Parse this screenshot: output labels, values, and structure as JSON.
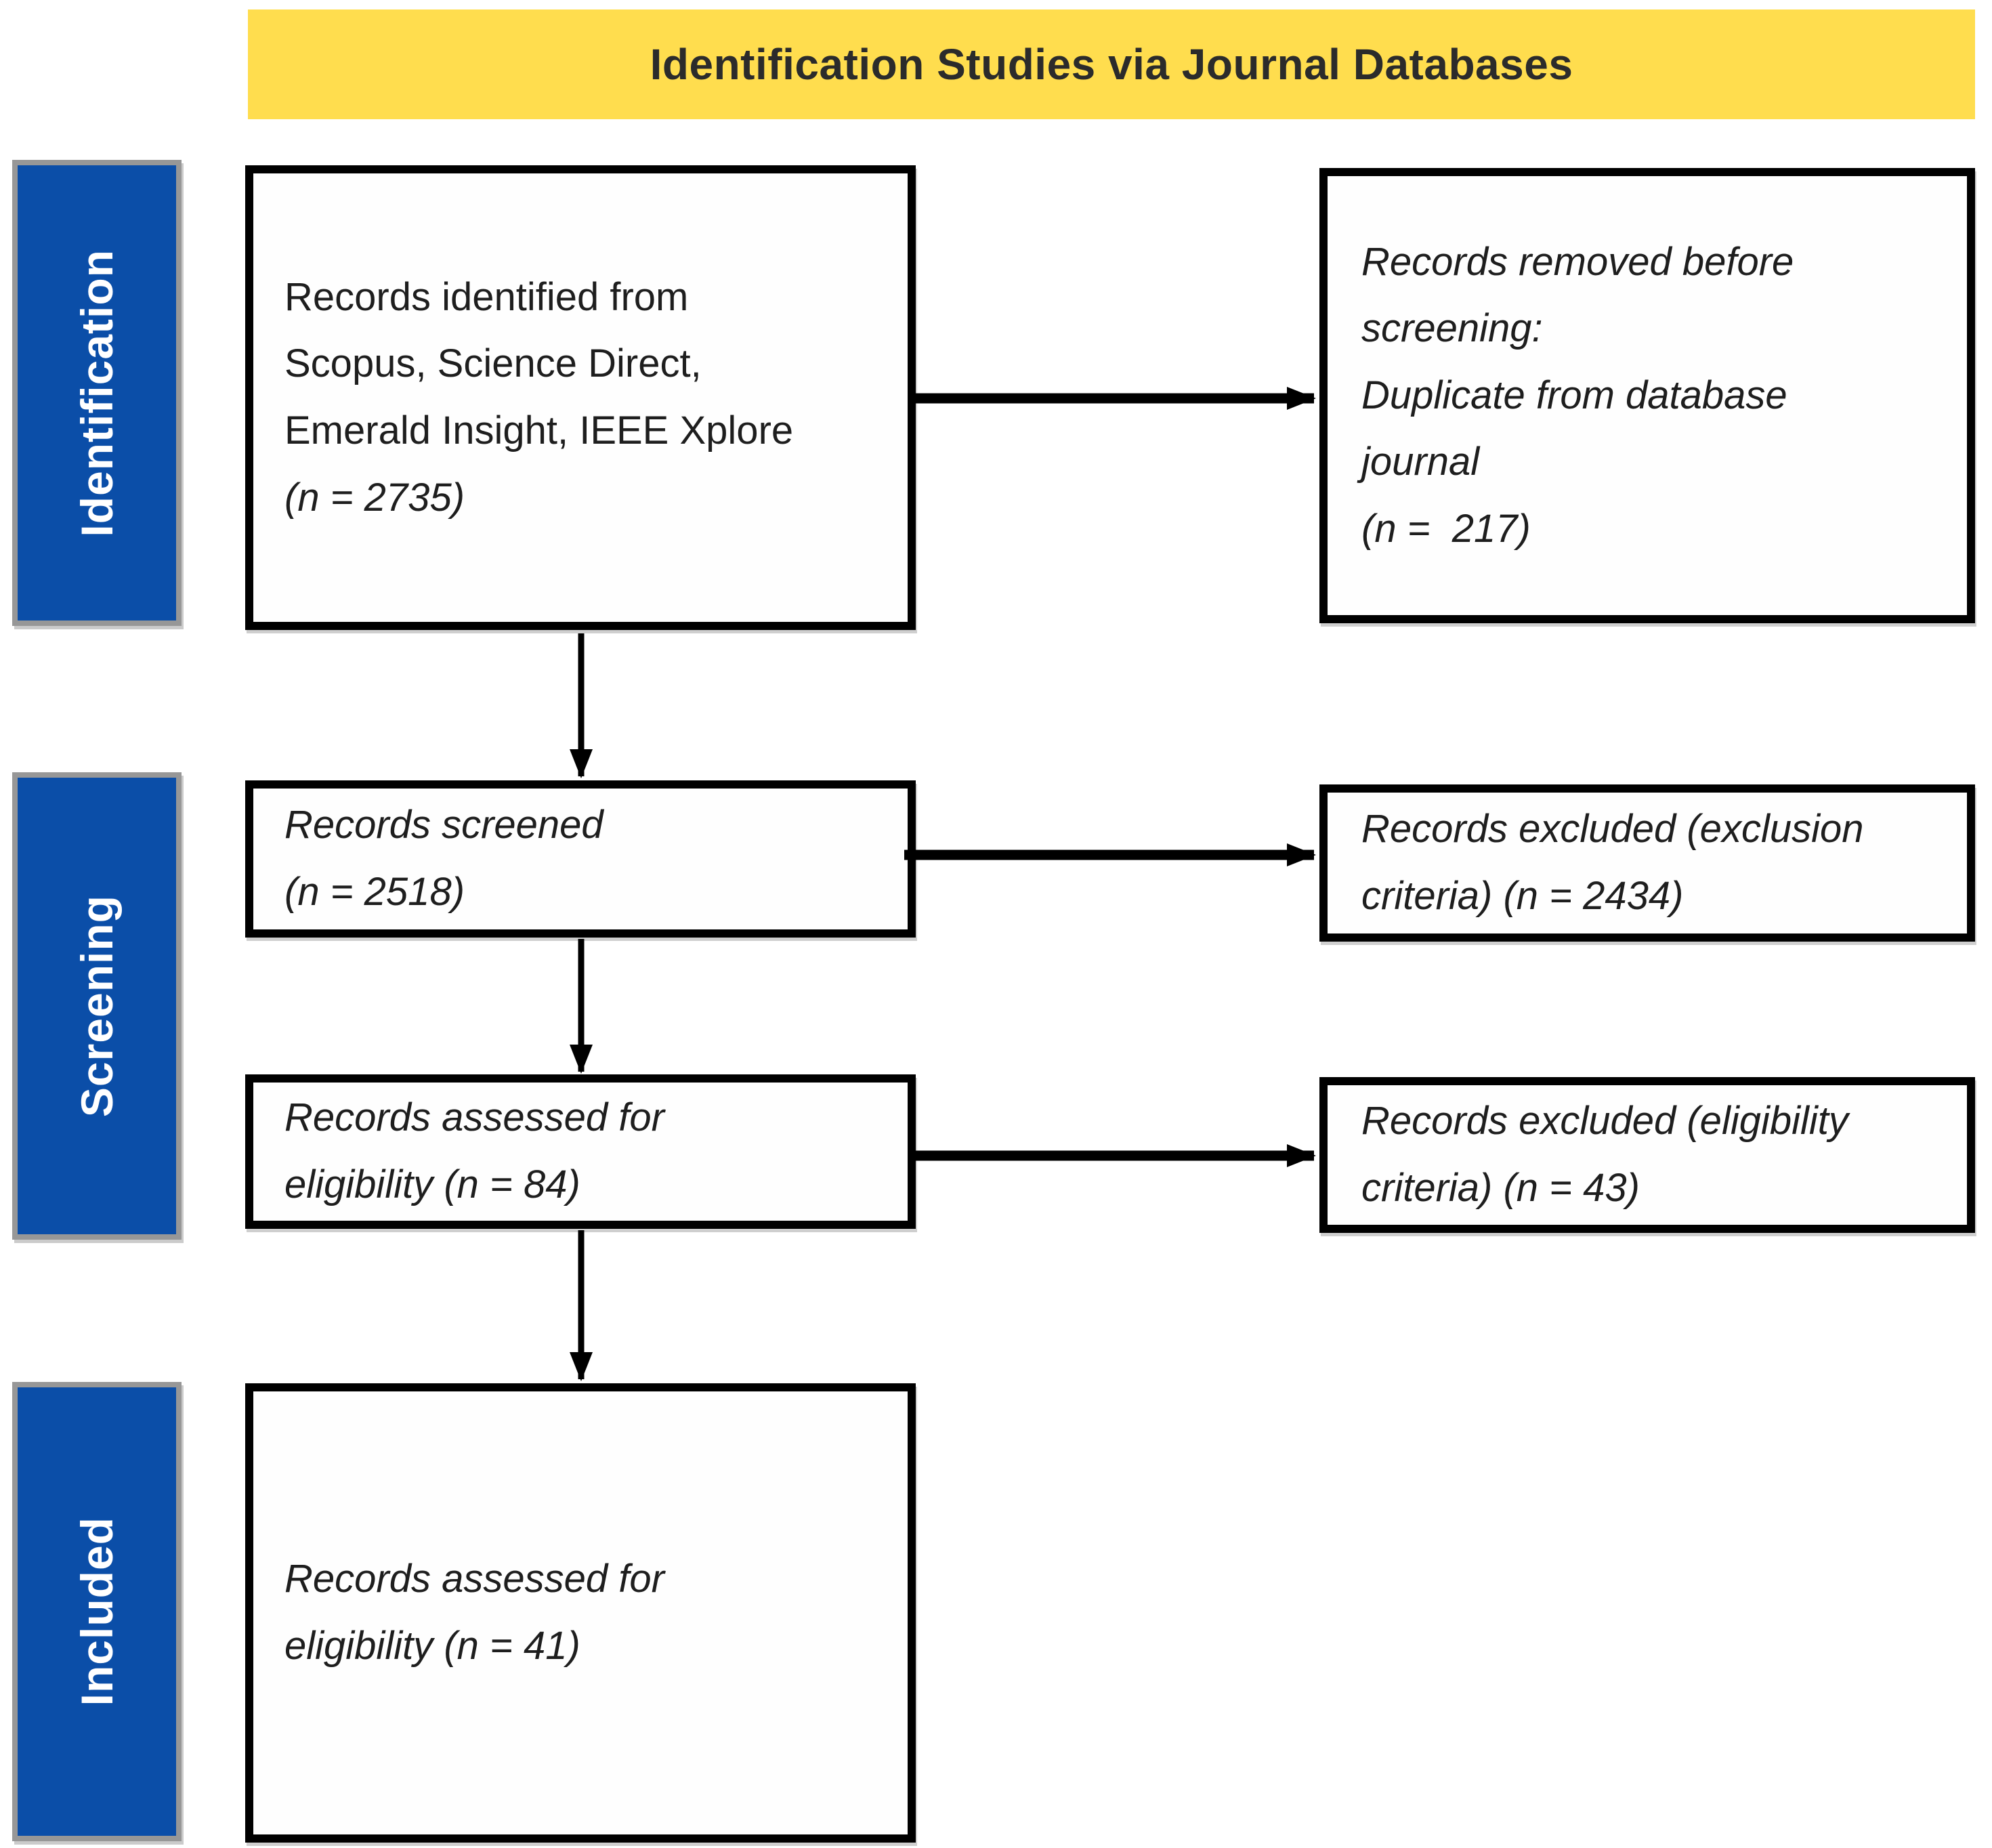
{
  "header": {
    "title": "Identification Studies via Journal Databases",
    "bg_color": "#FFDD4E"
  },
  "stages": [
    {
      "label": "Identification"
    },
    {
      "label": "Screening"
    },
    {
      "label": "Included"
    }
  ],
  "colors": {
    "stage_bg": "#0B4EA8",
    "stage_border": "#979797",
    "box_border": "#000000",
    "arrow": "#000000",
    "text": "#1E1E1E"
  },
  "boxes": {
    "identified": {
      "lines": [
        "Records identified from",
        "Scopus, Science Direct,",
        "Emerald Insight, IEEE Xplore"
      ],
      "count_line": "(n = 2735)"
    },
    "removed": {
      "lines": [
        "Records removed before",
        "screening:",
        "Duplicate from database",
        "journal",
        "(n =  217)"
      ]
    },
    "screened": {
      "lines": [
        "Records screened",
        "(n = 2518)"
      ]
    },
    "excluded_exclusion": {
      "lines": [
        "Records excluded (exclusion",
        "criteria) (n = 2434)"
      ]
    },
    "assessed": {
      "lines": [
        "Records assessed for",
        "eligibility (n = 84)"
      ]
    },
    "excluded_eligibility": {
      "lines": [
        "Records excluded (eligibility",
        "criteria) (n = 43)"
      ]
    },
    "included": {
      "lines": [
        "Records assessed for",
        "eligibility (n = 41)"
      ]
    }
  }
}
